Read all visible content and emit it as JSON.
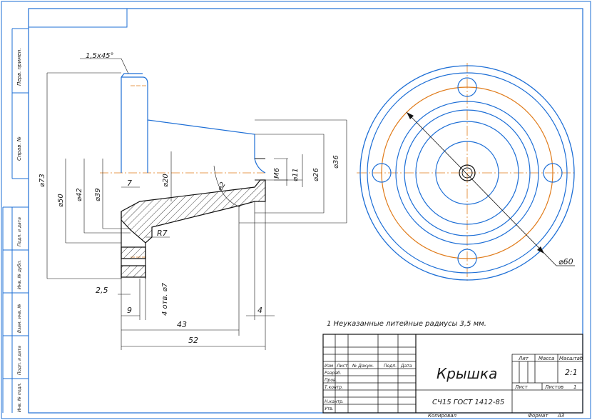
{
  "sheet": {
    "side_labels": [
      "Перв. примен.",
      "Справ. №",
      "Подп. и дата",
      "Инв. № дубл.",
      "Взам. инв. №",
      "Подп. и дата",
      "Инв. № подл."
    ]
  },
  "dimensions": {
    "chamfer": "1,5x45°",
    "d73": "⌀73",
    "d50": "⌀50",
    "d42": "⌀42",
    "d39": "⌀39",
    "seven": "7",
    "d20": "⌀20",
    "angle": "⌀2",
    "m6": "М6",
    "d11": "⌀11",
    "d26": "⌀26",
    "d36": "⌀36",
    "r7": "R7",
    "holes": "4 отв. ⌀7",
    "two_five": "2,5",
    "nine": "9",
    "forty_three": "43",
    "four": "4",
    "fifty_two": "52",
    "d60": "⌀60"
  },
  "note": "1 Неуказанные литейные радиусы 3,5 мм.",
  "title_block": {
    "col_headers": [
      "Изм",
      "Лист",
      "№ Докум.",
      "Подп.",
      "Дата"
    ],
    "row_labels": [
      "Разраб.",
      "Пров.",
      "Т.контр.",
      "",
      "Н.контр.",
      "Утв."
    ],
    "part_name": "Крышка",
    "material": "СЧ15 ГОСТ 1412-85",
    "lit": "Лит",
    "massa": "Масса",
    "masshtab": "Масштаб",
    "scale_value": "2:1",
    "list_label": "Лист",
    "listov_label": "Листов",
    "listov_value": "1",
    "kopiroval": "Копировал",
    "format_label": "Формат",
    "format_value": "A3"
  }
}
